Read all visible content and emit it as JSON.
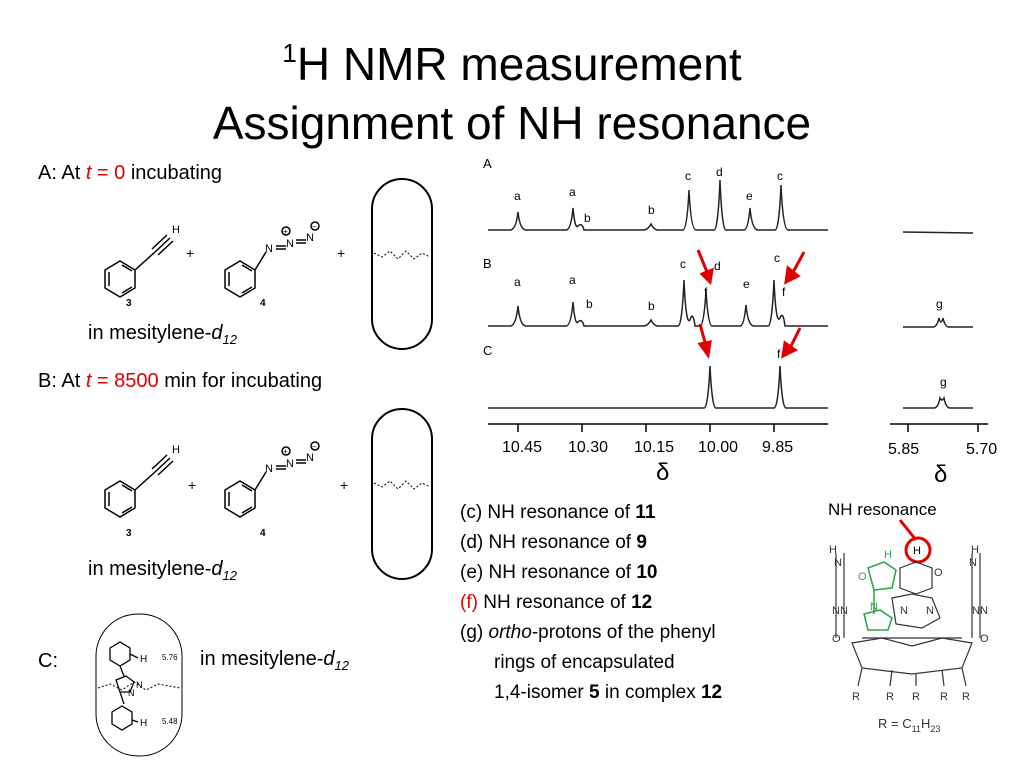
{
  "title": {
    "sup": "1",
    "line1": "H NMR measurement",
    "line2": "Assignment of NH resonance"
  },
  "panel_a": {
    "prefix": "A: At ",
    "t_var": "t",
    "eq": " = 0",
    "suffix": " incubating",
    "compound_3": "3",
    "compound_4": "4",
    "solvent": "in mesitylene-",
    "solvent_d": "d",
    "solvent_sub": "12"
  },
  "panel_b": {
    "prefix": "B: At ",
    "t_var": "t",
    "eq": " = 8500",
    "suffix": " min for incubating",
    "compound_3": "3",
    "compound_4": "4",
    "solvent": "in mesitylene-",
    "solvent_d": "d",
    "solvent_sub": "12"
  },
  "panel_c": {
    "label": "C:",
    "shift_top": "5.76",
    "shift_bottom": "5.48",
    "solvent": "in mesitylene-",
    "solvent_d": "d",
    "solvent_sub": "12"
  },
  "spectrum": {
    "trace_labels": [
      "A",
      "B",
      "C"
    ],
    "main_ticks": [
      "10.45",
      "10.30",
      "10.15",
      "10.00",
      "9.85"
    ],
    "side_ticks": [
      "5.85",
      "5.70"
    ],
    "axis_symbol": "δ",
    "peak_labels_A": [
      "a",
      "a",
      "b",
      "b",
      "c",
      "d",
      "e",
      "c"
    ],
    "peak_labels_B": [
      "a",
      "a",
      "b",
      "b",
      "c",
      "f",
      "d",
      "e",
      "c",
      "f"
    ],
    "peak_labels_C": [
      "f",
      "f"
    ],
    "side_label": "g",
    "arrow_color": "#e00000"
  },
  "legend": {
    "c": {
      "text": "(c) NH resonance of ",
      "num": "11"
    },
    "d": {
      "text": "(d) NH resonance of ",
      "num": "9"
    },
    "e": {
      "text": "(e) NH resonance of ",
      "num": "10"
    },
    "f": {
      "tag": "(f)",
      "text": " NH resonance of ",
      "num": "12"
    },
    "g1": {
      "tag": "(g) ",
      "ital": "ortho",
      "text": "-protons of the phenyl"
    },
    "g2": "rings of encapsulated",
    "g3": {
      "text": "1,4-isomer ",
      "num": "5",
      "text2": " in complex ",
      "num2": "12"
    }
  },
  "structure": {
    "caption": "NH resonance",
    "r_formula": "R = C",
    "r_sub1": "11",
    "r_h": "H",
    "r_sub2": "23",
    "r_label": "R",
    "green": "#2ea84a",
    "circle_color": "#e00000"
  }
}
